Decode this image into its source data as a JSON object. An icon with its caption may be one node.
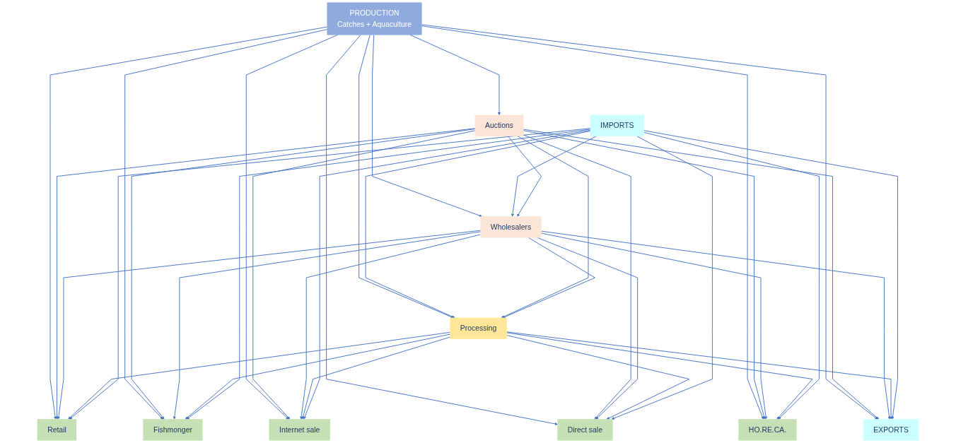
{
  "diagram": {
    "nodes": [
      {
        "text": [
          "PRODUCTION",
          "Catches + Aquaculture"
        ]
      },
      {
        "text": [
          "IMPORTS"
        ]
      },
      {
        "text": [
          "Auctions"
        ]
      },
      {
        "text": [
          "Wholesalers"
        ]
      },
      {
        "text": [
          "Processing"
        ]
      },
      {
        "text": [
          "Retail"
        ]
      },
      {
        "text": [
          "Fishmonger"
        ]
      },
      {
        "text": [
          "Internet sale"
        ]
      },
      {
        "text": [
          "Direct sale"
        ]
      },
      {
        "text": [
          "HO.RE.CA."
        ]
      },
      {
        "text": [
          "EXPORTS"
        ]
      }
    ],
    "edges": [
      {
        "from": 0,
        "to": 2,
        "arrow": "to"
      },
      {
        "from": 0,
        "to": 3,
        "arrow": "to"
      },
      {
        "from": 0,
        "to": 4,
        "arrow": "to"
      },
      {
        "from": 1,
        "to": 3,
        "arrow": "to"
      },
      {
        "from": 1,
        "to": 4,
        "arrow": "to"
      },
      {
        "from": 2,
        "to": 4,
        "arrow": "to"
      },
      {
        "from": 2,
        "to": 3,
        "arrow": "to"
      },
      {
        "from": 3,
        "to": 4,
        "arrow": "to"
      },
      {
        "from": 0,
        "to": 5,
        "arrow": "to"
      },
      {
        "from": 0,
        "to": 6,
        "arrow": "to"
      },
      {
        "from": 0,
        "to": 7,
        "arrow": "to"
      },
      {
        "from": 0,
        "to": 8,
        "arrow": "to"
      },
      {
        "from": 0,
        "to": 9,
        "arrow": "to"
      },
      {
        "from": 0,
        "to": 10,
        "arrow": "to"
      },
      {
        "from": 2,
        "to": 5,
        "arrow": "to"
      },
      {
        "from": 2,
        "to": 6,
        "arrow": "to"
      },
      {
        "from": 2,
        "to": 7,
        "arrow": "to"
      },
      {
        "from": 2,
        "to": 8,
        "arrow": "to"
      },
      {
        "from": 2,
        "to": 9,
        "arrow": "to"
      },
      {
        "from": 2,
        "to": 10,
        "arrow": "to"
      },
      {
        "from": 3,
        "to": 5,
        "arrow": "to"
      },
      {
        "from": 3,
        "to": 6,
        "arrow": "to"
      },
      {
        "from": 3,
        "to": 7,
        "arrow": "to"
      },
      {
        "from": 3,
        "to": 8,
        "arrow": "to"
      },
      {
        "from": 3,
        "to": 9,
        "arrow": "to"
      },
      {
        "from": 3,
        "to": 10,
        "arrow": "to"
      },
      {
        "from": 4,
        "to": 5,
        "arrow": "to"
      },
      {
        "from": 4,
        "to": 6,
        "arrow": "to"
      },
      {
        "from": 4,
        "to": 7,
        "arrow": "to"
      },
      {
        "from": 4,
        "to": 8,
        "arrow": "to"
      },
      {
        "from": 4,
        "to": 9,
        "arrow": "to"
      },
      {
        "from": 4,
        "to": 10,
        "arrow": "to"
      },
      {
        "from": 1,
        "to": 5,
        "arrow": "to"
      },
      {
        "from": 1,
        "to": 6,
        "arrow": "to"
      },
      {
        "from": 1,
        "to": 7,
        "arrow": "to"
      },
      {
        "from": 1,
        "to": 8,
        "arrow": "to"
      },
      {
        "from": 1,
        "to": 9,
        "arrow": "to"
      },
      {
        "from": 1,
        "to": 10,
        "arrow": "to"
      }
    ]
  }
}
